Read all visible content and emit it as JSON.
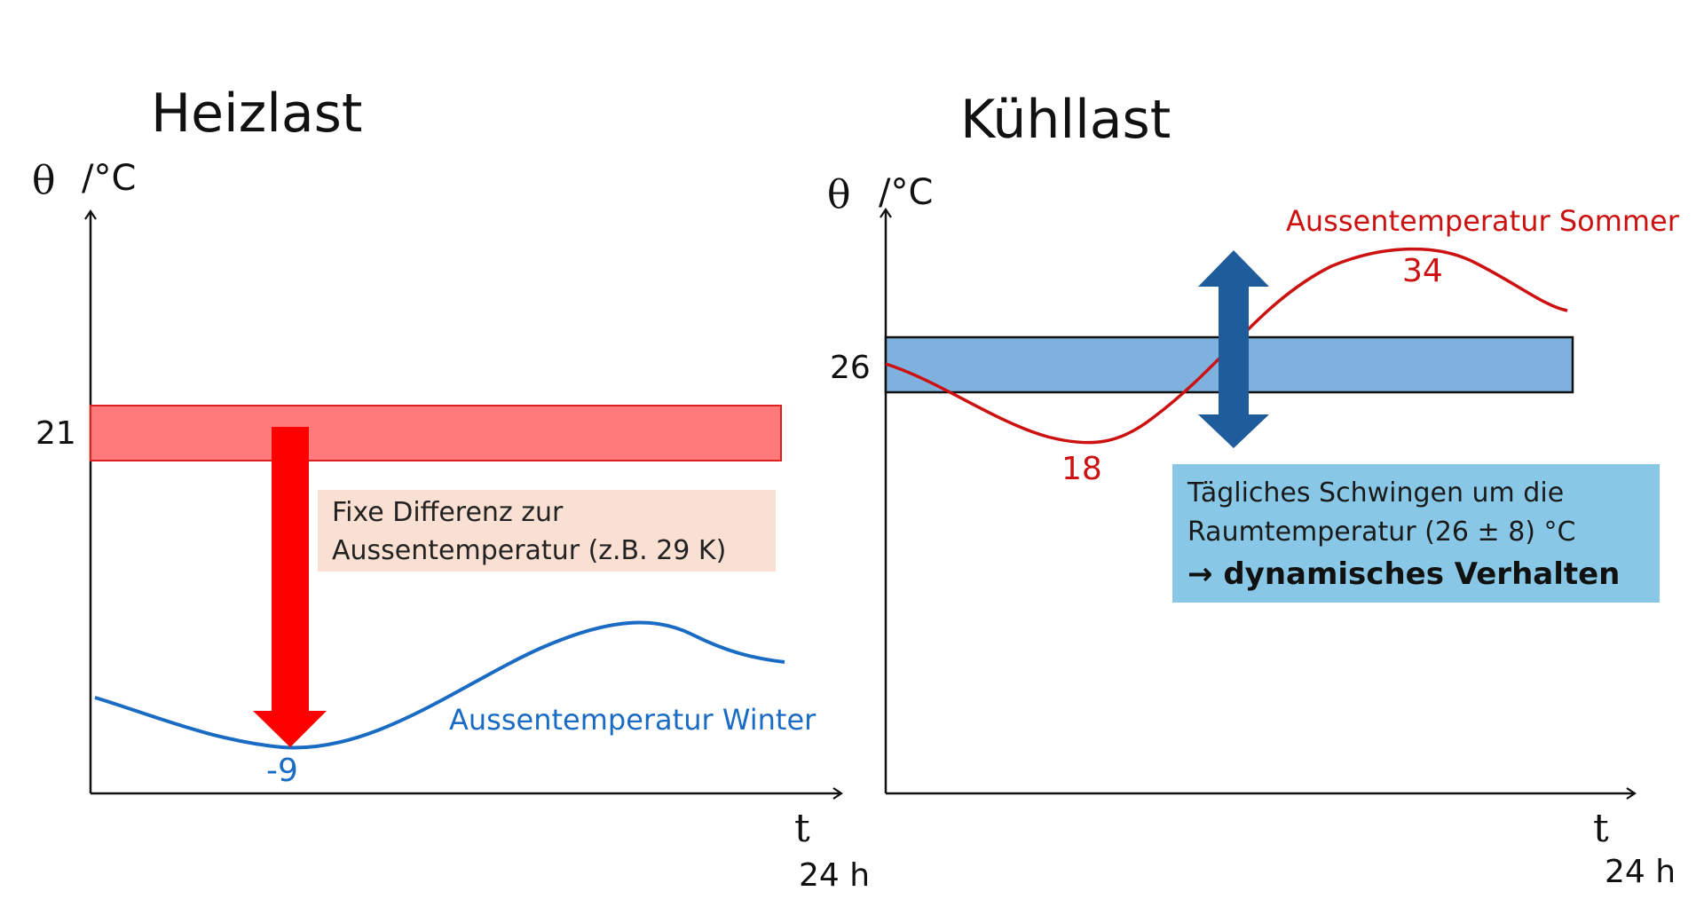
{
  "left": {
    "title": "Heizlast",
    "y_symbol": "θ",
    "y_unit": "/°C",
    "x_symbol": "t",
    "x_unit": "24 h",
    "room_temp_label": "21",
    "min_label": "-9",
    "curve_label": "Aussentemperatur Winter",
    "note_line1": "Fixe Differenz zur",
    "note_line2": "Aussentemperatur (z.B. 29 K)",
    "colors": {
      "band": "#ff7b7b",
      "band_border": "#e02020",
      "arrow": "#ff0000",
      "curve": "#1a6bc4",
      "note_bg": "#f9e0d2"
    }
  },
  "right": {
    "title": "Kühllast",
    "y_symbol": "θ",
    "y_unit": "/°C",
    "x_symbol": "t",
    "x_unit": "24 h",
    "room_temp_label": "26",
    "min_label": "18",
    "max_label": "34",
    "curve_label": "Aussentemperatur Sommer",
    "note_line1": "Tägliches Schwingen um die",
    "note_line2": "Raumtemperatur (26 ± 8) °C",
    "note_line3": "→ dynamisches Verhalten",
    "colors": {
      "band": "#7fb1de",
      "band_border": "#111111",
      "arrow": "#1f5c9c",
      "curve": "#cc1111",
      "note_bg": "#88c8e6"
    }
  }
}
